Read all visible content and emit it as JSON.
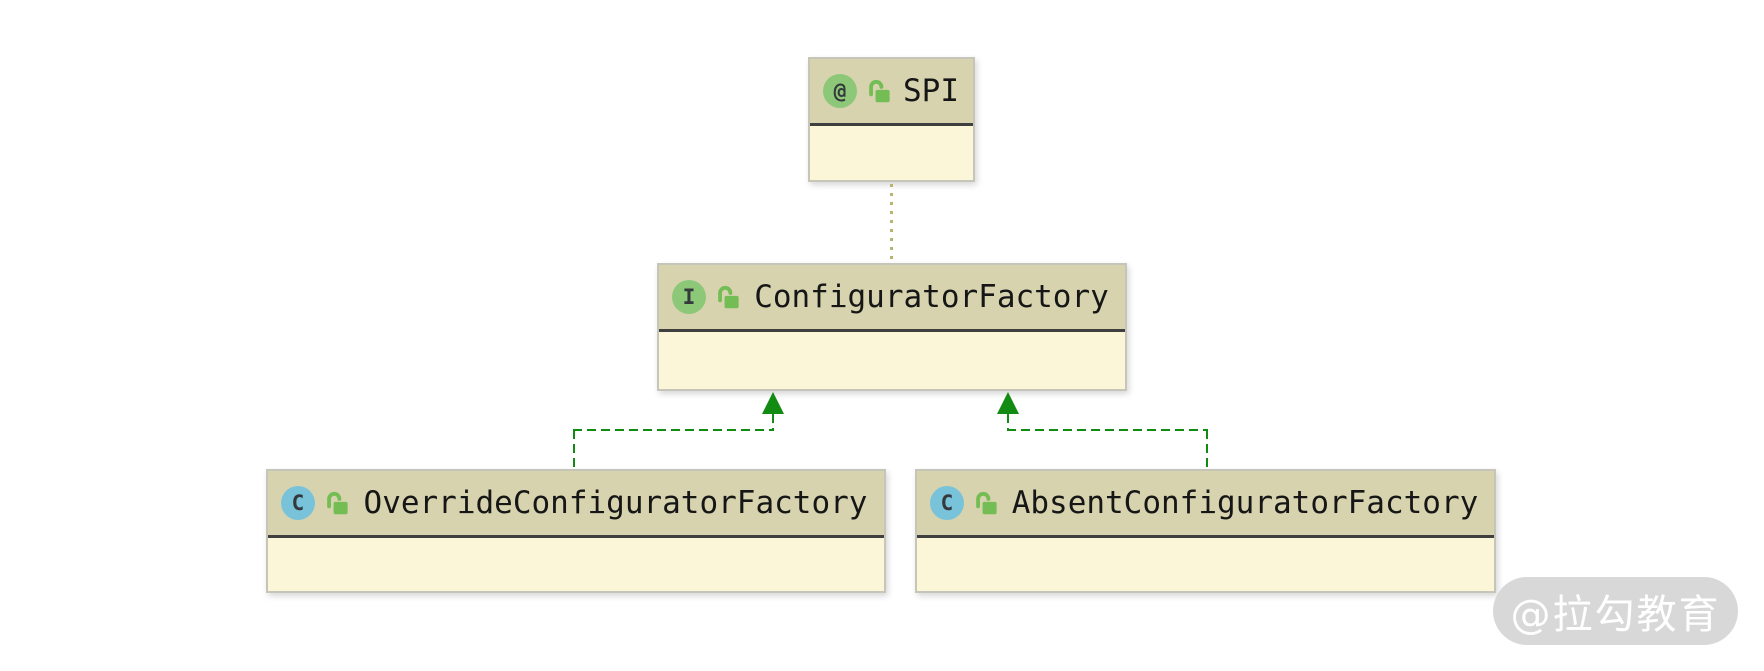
{
  "diagram": {
    "tool": "uml-class-diagram",
    "nodes": [
      {
        "id": "spi",
        "kind": "annotation",
        "icon": "annotation-icon",
        "icon_glyph": "@",
        "visibility": "public",
        "name": "SPI"
      },
      {
        "id": "configurator_factory",
        "kind": "interface",
        "icon": "interface-icon",
        "icon_glyph": "I",
        "visibility": "public",
        "name": "ConfiguratorFactory"
      },
      {
        "id": "override_configurator_factory",
        "kind": "class",
        "icon": "class-icon",
        "icon_glyph": "C",
        "visibility": "public",
        "name": "OverrideConfiguratorFactory"
      },
      {
        "id": "absent_configurator_factory",
        "kind": "class",
        "icon": "class-icon",
        "icon_glyph": "C",
        "visibility": "public",
        "name": "AbsentConfiguratorFactory"
      }
    ],
    "edges": [
      {
        "from": "configurator_factory",
        "to": "spi",
        "type": "annotated-with",
        "style": "dotted",
        "color": "#b5b471"
      },
      {
        "from": "override_configurator_factory",
        "to": "configurator_factory",
        "type": "implements",
        "style": "dashed-arrow",
        "color": "#118b11"
      },
      {
        "from": "absent_configurator_factory",
        "to": "configurator_factory",
        "type": "implements",
        "style": "dashed-arrow",
        "color": "#118b11"
      }
    ],
    "colors": {
      "headerBg": "#d6d3ae",
      "bodyBg": "#fbf6d7",
      "boxBorder": "#c6c5ba",
      "sepColor": "#3f3f3f",
      "titleColor": "#161616",
      "green": "#118b11",
      "dotOlive": "#b5b471",
      "ifaceGreen": "#8cc878",
      "classBlue": "#79c3da",
      "lockGreen": "#74bd55",
      "wmBg": "#d8d8d8",
      "wmText": "#ffffff"
    }
  },
  "watermark": {
    "label": "@拉勾教育"
  }
}
